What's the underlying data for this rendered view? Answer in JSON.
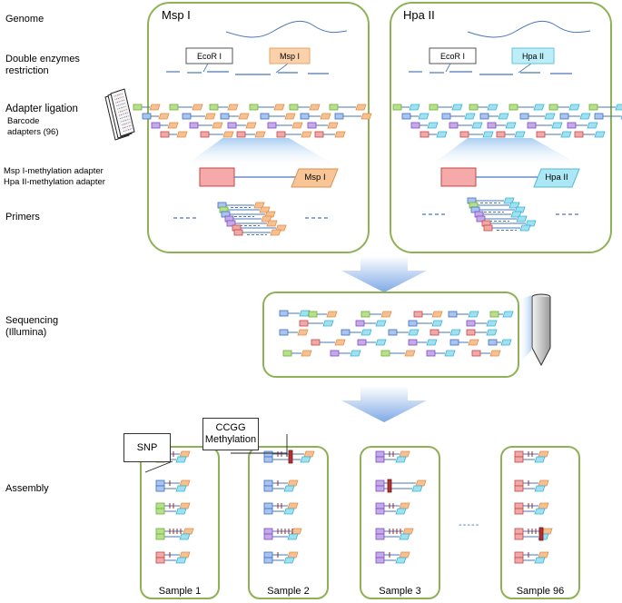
{
  "row_labels": {
    "genome": "Genome",
    "double_enzymes": "Double enzymes\nrestriction",
    "adapter_ligation": "Adapter ligation",
    "barcode_adapters": "Barcode\nadapters (96)",
    "methylation_adapters": "Msp I-methylation adapter\nHpa II-methylation adapter",
    "primers": "Primers",
    "sequencing": "Sequencing\n(Illumina)",
    "assembly": "Assembly"
  },
  "panels": {
    "msp": {
      "title": "Msp I",
      "enzyme_left": "EcoR I",
      "enzyme_right": "Msp I",
      "adapter_label": "Msp I"
    },
    "hpa": {
      "title": "Hpa II",
      "enzyme_left": "EcoR I",
      "enzyme_right": "Hpa II",
      "adapter_label": "Hpa II"
    }
  },
  "callouts": {
    "snp": "SNP",
    "methylation": "CCGG\nMethylation"
  },
  "samples": [
    "Sample 1",
    "Sample 2",
    "Sample 3",
    "Sample 96"
  ],
  "ellipsis": "-----",
  "colors": {
    "panel_border": "#8db255",
    "arrow": "#8fb4e8",
    "msp_adapter": "#f7c08e",
    "hpa_adapter": "#9fe1f0",
    "barcode_red": "#f3a8a8",
    "green_tag": "#b8e08a",
    "blue_tag": "#a9c4ef",
    "purple_tag": "#c6a9e8",
    "line": "#4a78b5",
    "snp_mark": "#9a2b2b"
  }
}
